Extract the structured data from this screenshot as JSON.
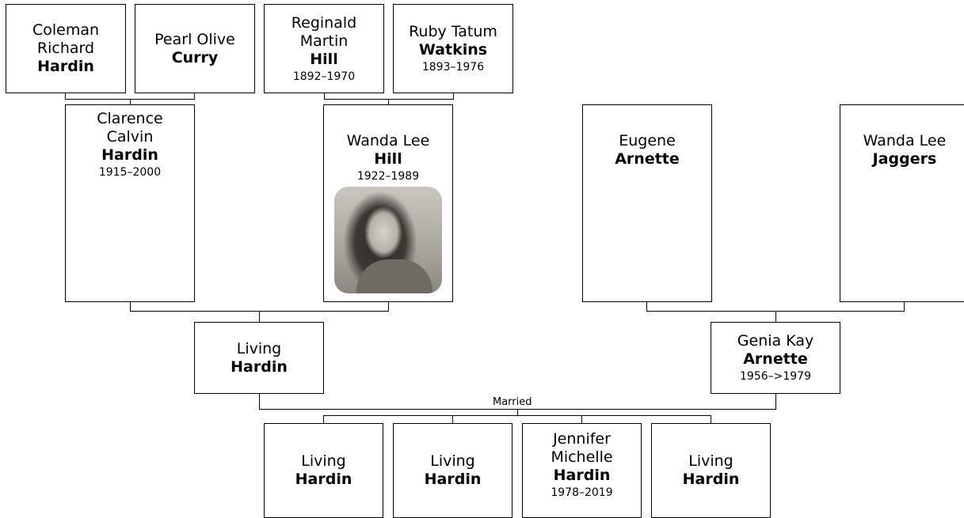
{
  "couple_label": "Married",
  "grandparents": {
    "coleman": {
      "given": [
        "Coleman",
        "Richard"
      ],
      "surname": "Hardin",
      "dates": ""
    },
    "pearl": {
      "given": [
        "Pearl Olive"
      ],
      "surname": "Curry",
      "dates": ""
    },
    "reginald": {
      "given": [
        "Reginald",
        "Martin"
      ],
      "surname": "Hill",
      "dates": "1892–1970"
    },
    "ruby": {
      "given": [
        "Ruby Tatum"
      ],
      "surname": "Watkins",
      "dates": "1893–1976"
    }
  },
  "parents_gen": {
    "clarence": {
      "given": [
        "Clarence",
        "Calvin"
      ],
      "surname": "Hardin",
      "dates": "1915–2000"
    },
    "wanda_hill": {
      "given": [
        "Wanda Lee"
      ],
      "surname": "Hill",
      "dates": "1922–1989"
    },
    "eugene": {
      "given": [
        "Eugene"
      ],
      "surname": "Arnette",
      "dates": ""
    },
    "wanda_jaggers": {
      "given": [
        "Wanda Lee"
      ],
      "surname": "Jaggers",
      "dates": ""
    }
  },
  "couple": {
    "husband": {
      "given": [
        "Living"
      ],
      "surname": "Hardin",
      "dates": ""
    },
    "wife": {
      "given": [
        "Genia Kay"
      ],
      "surname": "Arnette",
      "dates": "1956–>1979"
    }
  },
  "children": [
    {
      "given": [
        "Living"
      ],
      "surname": "Hardin",
      "dates": ""
    },
    {
      "given": [
        "Living"
      ],
      "surname": "Hardin",
      "dates": ""
    },
    {
      "given": [
        "Jennifer",
        "Michelle"
      ],
      "surname": "Hardin",
      "dates": "1978–2019"
    },
    {
      "given": [
        "Living"
      ],
      "surname": "Hardin",
      "dates": ""
    }
  ]
}
